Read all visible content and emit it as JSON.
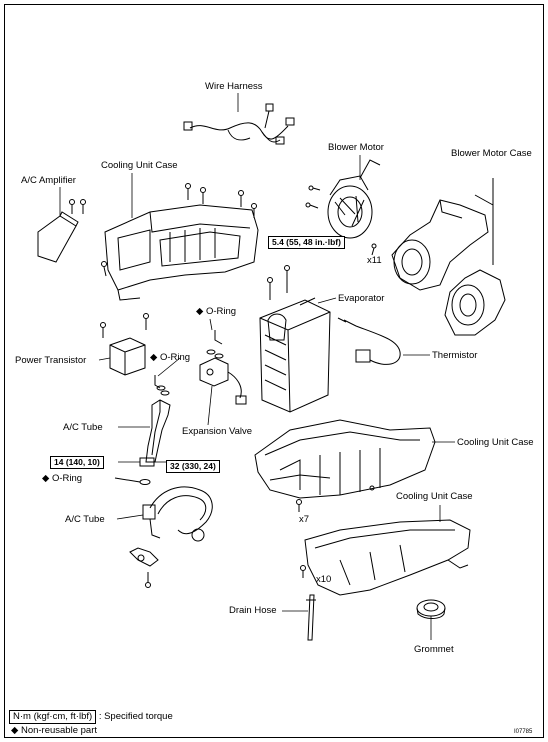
{
  "labels": {
    "wire_harness": "Wire Harness",
    "blower_motor": "Blower Motor",
    "blower_motor_case": "Blower Motor Case",
    "ac_amplifier": "A/C Amplifier",
    "cooling_unit_case_top": "Cooling Unit Case",
    "evaporator": "Evaporator",
    "oring_1": "O-Ring",
    "power_transistor": "Power Transistor",
    "oring_2": "O-Ring",
    "thermistor": "Thermistor",
    "ac_tube_1": "A/C Tube",
    "expansion_valve": "Expansion Valve",
    "cooling_unit_case_mid": "Cooling Unit Case",
    "oring_3": "O-Ring",
    "cooling_unit_case_lower": "Cooling Unit Case",
    "ac_tube_2": "A/C Tube",
    "drain_hose": "Drain Hose",
    "grommet": "Grommet"
  },
  "counts": {
    "x11": "x11",
    "x7": "x7",
    "x10": "x10"
  },
  "torques": {
    "t1": "5.4 (55, 48 in.·lbf)",
    "t2": "14 (140, 10)",
    "t3": "32 (330, 24)"
  },
  "legend": {
    "unit_box": "N·m (kgf·cm, ft·lbf)",
    "unit_desc": ": Specified torque",
    "diamond": "◆",
    "nonreusable": "Non-reusable part"
  },
  "figure_code": "I07785"
}
